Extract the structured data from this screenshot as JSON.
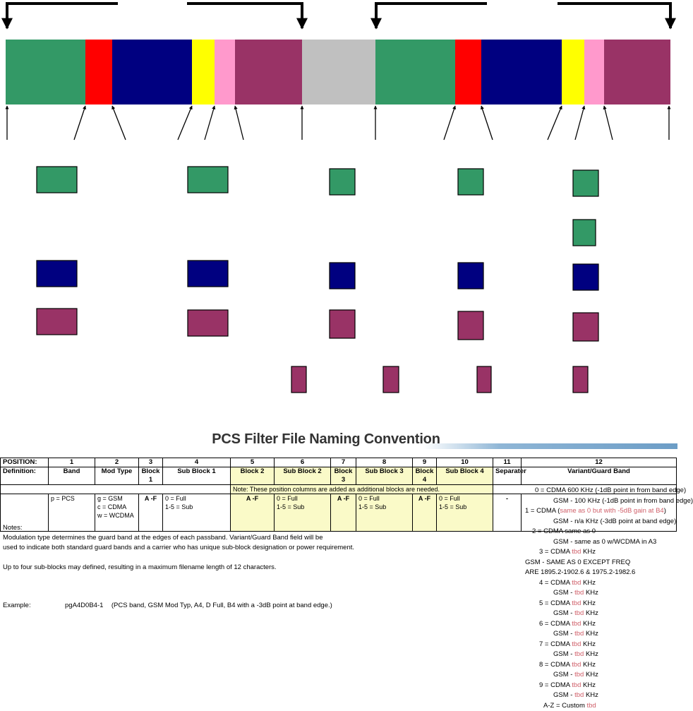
{
  "diagram": {
    "colors": {
      "green": "#339966",
      "red": "#ff0000",
      "navy": "#000080",
      "yellow": "#ffff00",
      "pink": "#ff99cc",
      "plum": "#993366",
      "gray": "#c0c0c0"
    },
    "band_segments": [
      "green",
      "red",
      "navy",
      "yellow",
      "pink",
      "plum",
      "gray",
      "green",
      "red",
      "navy",
      "yellow",
      "pink",
      "plum"
    ],
    "legend_rows": [
      "green",
      "green",
      "navy",
      "plum",
      "plum"
    ]
  },
  "doc": {
    "title": "PCS Filter File Naming Convention",
    "position_label": "POSITION:",
    "positions": [
      "1",
      "2",
      "3",
      "4",
      "5",
      "6",
      "7",
      "8",
      "9",
      "10",
      "11",
      "12"
    ],
    "definition_label": "Definition:",
    "definitions": [
      "Band",
      "Mod Type",
      "Block 1",
      "Sub Block 1",
      "Block 2",
      "Sub Block 2",
      "Block 3",
      "Sub Block 3",
      "Block 4",
      "Sub Block 4",
      "Separater",
      "Variant/Guard Band"
    ],
    "note_line": "Note: These position columns are added as additional blocks are needed.",
    "band_values": [
      "p = PCS"
    ],
    "mod_values": [
      "g = GSM",
      "c = CDMA",
      "w = WCDMA"
    ],
    "block_value": "A -F",
    "sub_value_full": "0 = Full",
    "sub_value_sub": "1-5 = Sub",
    "separator_value": "-",
    "variant_lines": [
      {
        "pre": "0 = CDMA 600 KHz  (-1dB point in from band edge)",
        "pink": "",
        "post": ""
      },
      {
        "pre": "GSM - 100 KHz  (-1dB point in from band edge)",
        "pink": "",
        "post": ""
      },
      {
        "pre": "1 = CDMA (",
        "pink": "same as 0 but with -5dB gain at B4",
        "post": ")"
      },
      {
        "pre": "GSM - n/a KHz  (-3dB point at band edge)",
        "pink": "",
        "post": ""
      },
      {
        "pre": "2 = CDMA same as 0",
        "pink": "",
        "post": ""
      },
      {
        "pre": "GSM - same as 0 w/WCDMA in A3",
        "pink": "",
        "post": ""
      },
      {
        "pre": "3 = CDMA ",
        "pink": "tbd",
        "post": " KHz"
      },
      {
        "pre": "GSM - SAME AS 0 EXCEPT FREQ",
        "pink": "",
        "post": ""
      },
      {
        "pre": "ARE 1895.2-1902.6 & 1975.2-1982.6",
        "pink": "",
        "post": ""
      },
      {
        "pre": "4 = CDMA ",
        "pink": "tbd",
        "post": " KHz"
      },
      {
        "pre": "GSM - ",
        "pink": "tbd",
        "post": " KHz"
      },
      {
        "pre": "5 = CDMA ",
        "pink": "tbd",
        "post": " KHz"
      },
      {
        "pre": "GSM - ",
        "pink": "tbd",
        "post": " KHz"
      },
      {
        "pre": "6 = CDMA ",
        "pink": "tbd",
        "post": " KHz"
      },
      {
        "pre": "GSM - ",
        "pink": "tbd",
        "post": " KHz"
      },
      {
        "pre": "7 = CDMA ",
        "pink": "tbd",
        "post": " KHz"
      },
      {
        "pre": "GSM - ",
        "pink": "tbd",
        "post": " KHz"
      },
      {
        "pre": "8 = CDMA ",
        "pink": "tbd",
        "post": " KHz"
      },
      {
        "pre": "GSM - ",
        "pink": "tbd",
        "post": " KHz"
      },
      {
        "pre": "9 = CDMA ",
        "pink": "tbd",
        "post": " KHz"
      },
      {
        "pre": "GSM - ",
        "pink": "tbd",
        "post": " KHz"
      },
      {
        "pre": "A-Z = Custom ",
        "pink": "tbd",
        "post": ""
      }
    ],
    "notes": {
      "heading": "Notes:",
      "line1": "Modulation type determines the guard band at the edges of each passband.  Variant/Guard Band field will be",
      "line2": "used to indicate both standard guard bands and a carrier who has unique sub-block designation or power requirement.",
      "line3": "Up to four sub-blocks may defined, resulting in a maximum filename length of 12 characters."
    },
    "example": {
      "label": "Example:",
      "code": "pgA4D0B4-1",
      "description": "(PCS band, GSM Mod Typ, A4, D Full, B4 with a -3dB point at band edge.)"
    }
  }
}
